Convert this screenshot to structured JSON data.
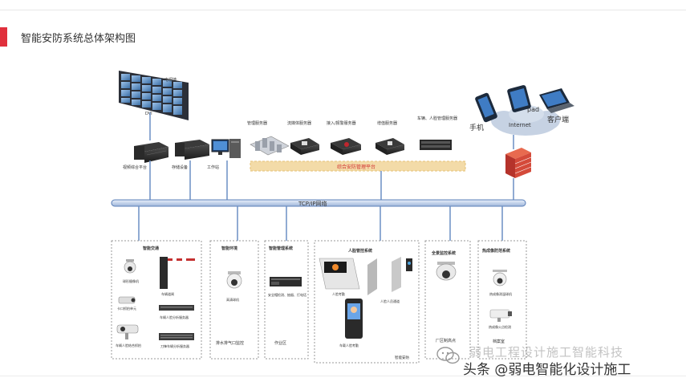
{
  "page": {
    "title": "智能安防系统总体架构图",
    "accent_color": "#e0303c"
  },
  "diagram": {
    "video_wall_label": "电视墙",
    "dvi_label": "DVI",
    "top_devices": [
      {
        "label": "视频综合平台"
      },
      {
        "label": "存储设备"
      },
      {
        "label": "工作站"
      }
    ],
    "servers": [
      {
        "label": "管理服务器"
      },
      {
        "label": "流媒体服务器"
      },
      {
        "label": "接入/报警服务器"
      },
      {
        "label": "增值服务器"
      },
      {
        "label": "车辆、人脸管理服务器"
      }
    ],
    "platform_bar_label": "综合安防管理平台",
    "network_bar_label": "TCP/IP网络",
    "cloud": {
      "label": "Internet",
      "phone": "手机",
      "pad": "pad",
      "client": "客户端"
    },
    "subsystems": [
      {
        "title": "智能交通",
        "items": [
          "球形摄像机",
          "车辆道闸",
          "卡口抓拍单元",
          "车辆人脸分析服务器",
          "车辆人脸结合抓拍",
          "刀锋车辆分析服务器"
        ],
        "footer": ""
      },
      {
        "title": "智能环境",
        "items": [
          "高清球机"
        ],
        "footer": "排水排气口监控"
      },
      {
        "title": "智能管理系统",
        "items": [
          "安全帽检测、抽烟、打电话"
        ],
        "footer": "作业区"
      },
      {
        "title": "人脸管控系统",
        "items": [
          "人脸考勤",
          "人脸人员通道",
          "车载人脸考勤"
        ],
        "footer": "智能安防"
      },
      {
        "title": "全景监控系统",
        "items": [],
        "footer": "厂区制高点"
      },
      {
        "title": "热成像防范系统",
        "items": [
          "热成像测温球机",
          "热成像火点检测"
        ],
        "footer": "档案室"
      }
    ]
  },
  "watermark": {
    "line1": "弱电工程设计施工智能科技",
    "line2": "头条 @弱电智能化设计施工"
  }
}
